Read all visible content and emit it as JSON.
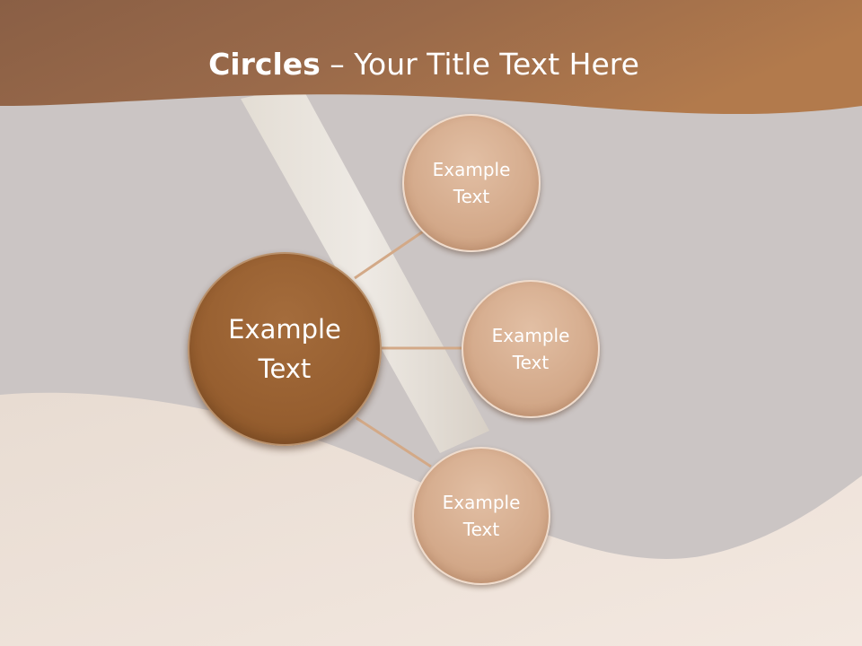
{
  "title": {
    "bold": "Circles",
    "rest": " – Your Title Text Here"
  },
  "main_circle": {
    "line1": "Example",
    "line2": "Text"
  },
  "circles": [
    {
      "line1": "Example",
      "line2": "Text"
    },
    {
      "line1": "Example",
      "line2": "Text"
    },
    {
      "line1": "Example",
      "line2": "Text"
    }
  ],
  "colors": {
    "header_band": "#b27a4c",
    "main_circle": "#975f30",
    "small_circle": "#d4aa8b",
    "connector": "#d3a987"
  }
}
